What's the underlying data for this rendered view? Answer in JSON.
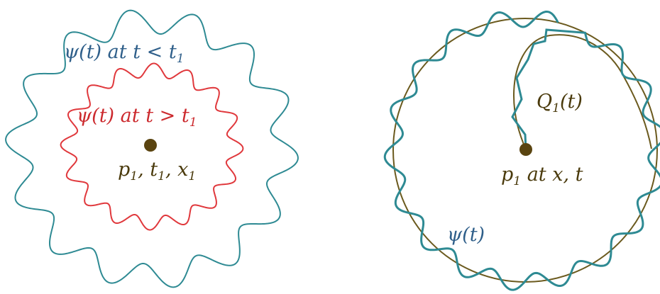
{
  "left_panel": {
    "outer_wave_label": {
      "base": "ψ(t) at t < t",
      "sub": "1"
    },
    "inner_wave_label": {
      "base": "ψ(t) at t > t",
      "sub": "1"
    },
    "point_label": {
      "p": "p",
      "p_sub": "1",
      "t": "t",
      "t_sub": "1",
      "x": "x",
      "x_sub": "1"
    }
  },
  "right_panel": {
    "path_label": {
      "base": "Q",
      "sub": "1",
      "arg": "(t)"
    },
    "point_label": "p",
    "point_label_sub": "1",
    "point_label_rest": " at x, t",
    "wave_label": "ψ(t)"
  },
  "colors": {
    "teal": "#2e8a93",
    "red": "#e0383c",
    "olive": "#6b5a1e",
    "dot": "#5a4410",
    "blue_text": "#2f5f8a",
    "red_text": "#cc2a2e",
    "dark_text": "#4a3a0c"
  },
  "icons": [
    "wave-contour-outer",
    "wave-contour-inner",
    "particle-dot",
    "circle-trajectory",
    "spiral-path"
  ]
}
